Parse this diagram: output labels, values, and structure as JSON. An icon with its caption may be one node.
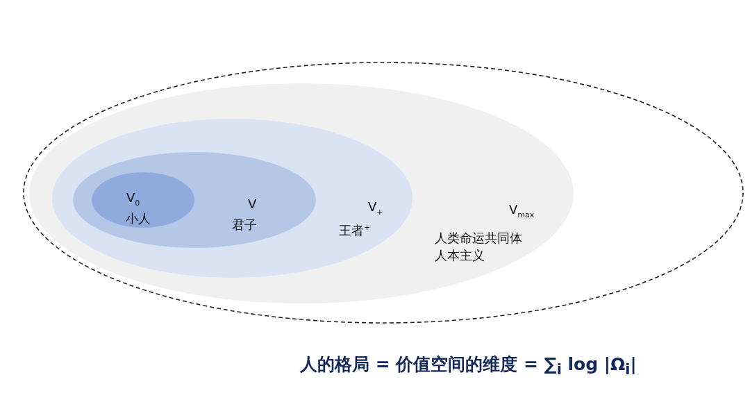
{
  "diagram": {
    "caption": "人的格局 = 价值空间的维度 = ∑$_{i}$ log |Ω$_{i}$|",
    "nodes": [
      {
        "text": [],
        "shape": "ellipse"
      },
      {
        "text": [
          "V$_{max}$",
          "人类命运共同体",
          "人本主义"
        ],
        "in": 0
      },
      {
        "text": [
          "V$_{+}$",
          "王者$^{+}$"
        ],
        "in": 1
      },
      {
        "text": [
          "V",
          "君子"
        ],
        "in": 2
      },
      {
        "text": [
          "V$_{0}$",
          "小人"
        ],
        "in": 3
      }
    ],
    "edges": []
  }
}
